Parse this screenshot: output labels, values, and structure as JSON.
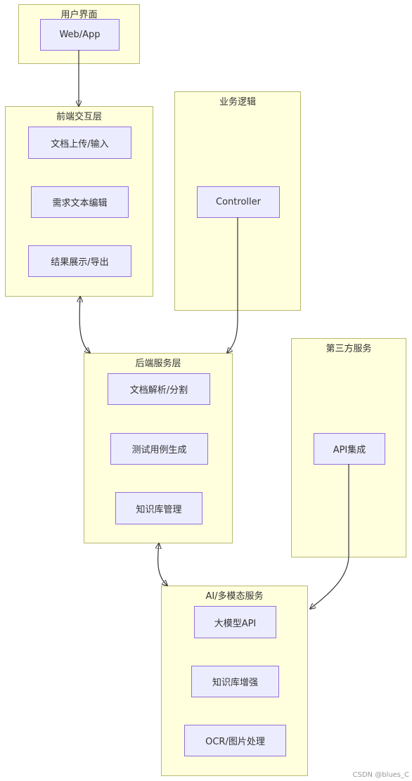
{
  "diagram": {
    "clusters": {
      "ui": {
        "title": "用户界面",
        "nodes": [
          "Web/App"
        ]
      },
      "frontend": {
        "title": "前端交互层",
        "nodes": [
          "文档上传/输入",
          "需求文本编辑",
          "结果展示/导出"
        ]
      },
      "logic": {
        "title": "业务逻辑",
        "nodes": [
          "Controller"
        ]
      },
      "backend": {
        "title": "后端服务层",
        "nodes": [
          "文档解析/分割",
          "测试用例生成",
          "知识库管理"
        ]
      },
      "third": {
        "title": "第三方服务",
        "nodes": [
          "API集成"
        ]
      },
      "ai": {
        "title": "AI/多模态服务",
        "nodes": [
          "大模型API",
          "知识库增强",
          "OCR/图片处理"
        ]
      }
    },
    "edges": [
      {
        "from": "Web/App",
        "to": "前端交互层",
        "direction": "forward"
      },
      {
        "from": "前端交互层",
        "to": "后端服务层",
        "direction": "both"
      },
      {
        "from": "Controller",
        "to": "后端服务层",
        "direction": "forward"
      },
      {
        "from": "后端服务层",
        "to": "AI/多模态服务",
        "direction": "both"
      },
      {
        "from": "API集成",
        "to": "AI/多模态服务",
        "direction": "forward"
      }
    ],
    "colors": {
      "cluster_fill": "#ffffde",
      "cluster_border": "#b8b86e",
      "node_fill": "#ececff",
      "node_border": "#9370db",
      "edge": "#333333"
    }
  },
  "watermark": "CSDN @blues_C"
}
